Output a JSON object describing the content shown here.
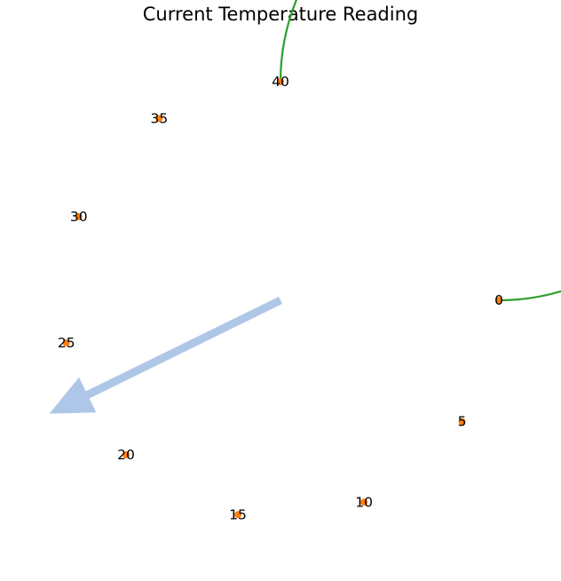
{
  "chart_data": {
    "type": "gauge",
    "title": "Current Temperature Reading",
    "ticks": [
      0,
      5,
      10,
      15,
      20,
      25,
      30,
      35,
      40
    ],
    "range": [
      0,
      40
    ],
    "arc_start_deg": 0,
    "arc_end_deg": -270,
    "value": 22.8,
    "colors": {
      "arc": "#2ca02c",
      "tick_marker": "#ff7f0e",
      "needle": "#aec7e8",
      "text": "#000000"
    }
  }
}
